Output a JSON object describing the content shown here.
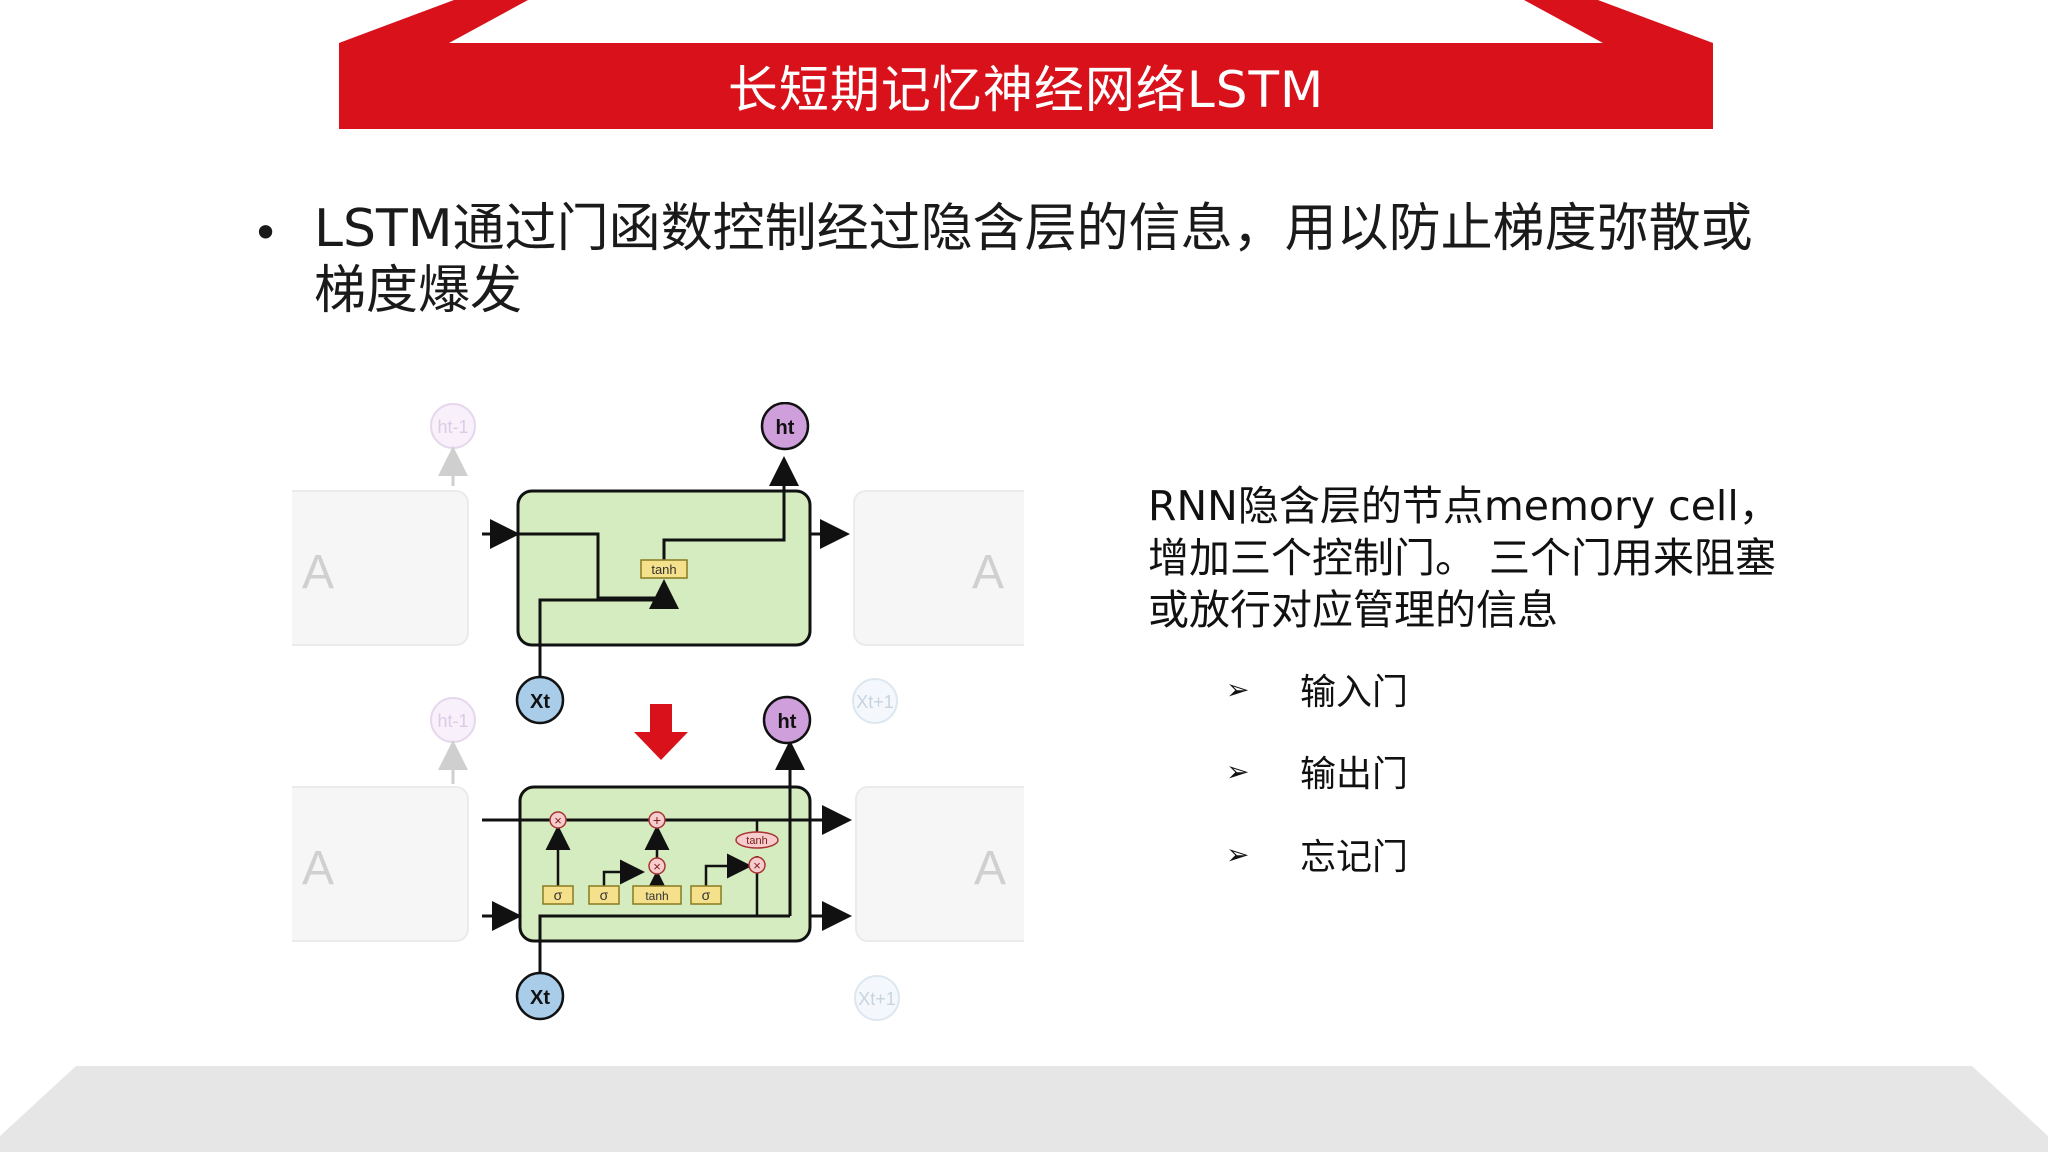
{
  "slide": {
    "title": "长短期记忆神经网络LSTM",
    "bullet": "LSTM通过门函数控制经过隐含层的信息，用以防止梯度弥散或梯度爆发",
    "description": "RNN隐含层的节点memory cell，增加三个控制门。 三个门用来阻塞或放行对应管理的信息",
    "gates": [
      {
        "label": "输入门"
      },
      {
        "label": "输出门"
      },
      {
        "label": "忘记门"
      }
    ]
  },
  "diagram": {
    "cell_label": "A",
    "gate_sigma": "σ",
    "gate_tanh": "tanh",
    "op_multiply": "×",
    "op_add": "+",
    "h_current": "ht",
    "x_current": "Xt",
    "h_prev": "ht-1",
    "x_next": "Xt+1"
  },
  "colors": {
    "title_bar": "#d8111b",
    "cell_fill": "#d4ecbf",
    "h_node": "#cf9fdc",
    "x_node": "#a9cce9",
    "gate_box": "#f5e08c",
    "down_arrow": "#d8111b",
    "floor": "#e6e6e6"
  }
}
